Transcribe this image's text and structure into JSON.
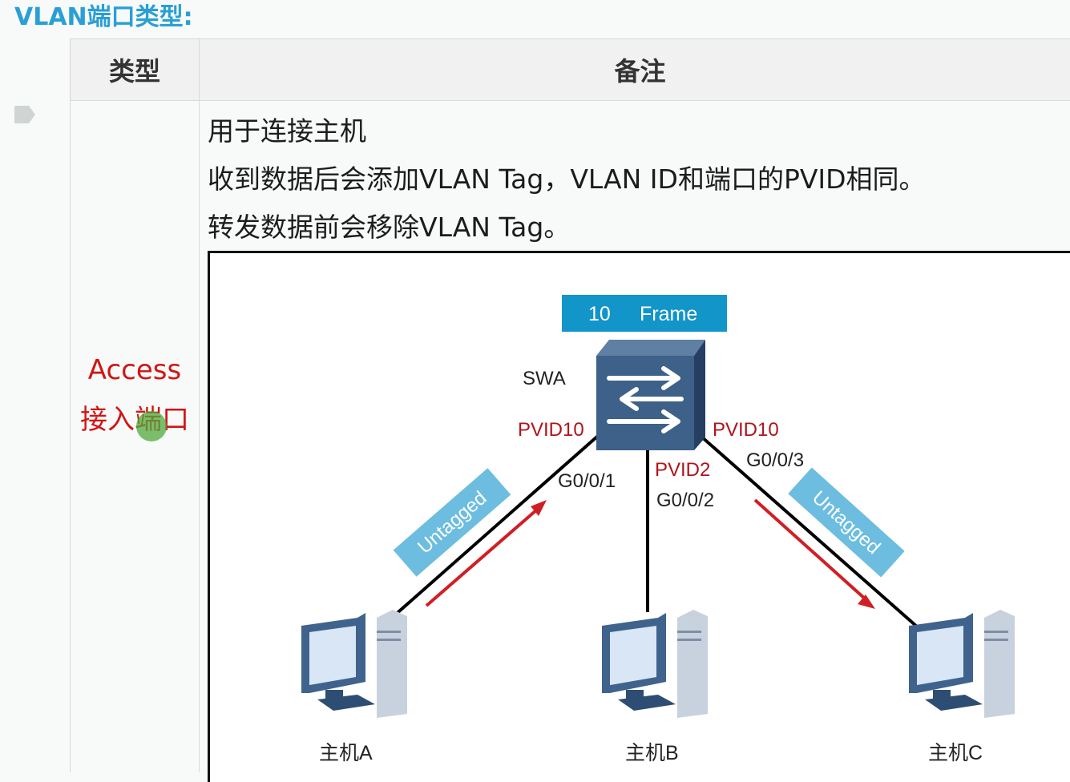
{
  "heading": "VLAN端口类型:",
  "table": {
    "col_type": "类型",
    "col_note": "备注",
    "type_en": "Access",
    "type_cn": "接入端口",
    "note_lines": [
      "用于连接主机",
      "收到数据后会添加VLAN Tag，VLAN ID和端口的PVID相同。",
      "转发数据前会移除VLAN Tag。"
    ]
  },
  "diagram": {
    "frame_vlan": "10",
    "frame_label": "Frame",
    "switch_name": "SWA",
    "ports": [
      {
        "pvid": "PVID10",
        "port": "G0/0/1"
      },
      {
        "pvid": "PVID2",
        "port": "G0/0/2"
      },
      {
        "pvid": "PVID10",
        "port": "G0/0/3"
      }
    ],
    "tag_left": "Untagged",
    "tag_right": "Untagged",
    "hosts": [
      "主机A",
      "主机B",
      "主机C"
    ],
    "colors": {
      "tag_bg": "#6cbde0",
      "frame_bg": "#1295c9",
      "pvid": "#b0141c",
      "arrow": "#d01f24"
    }
  }
}
